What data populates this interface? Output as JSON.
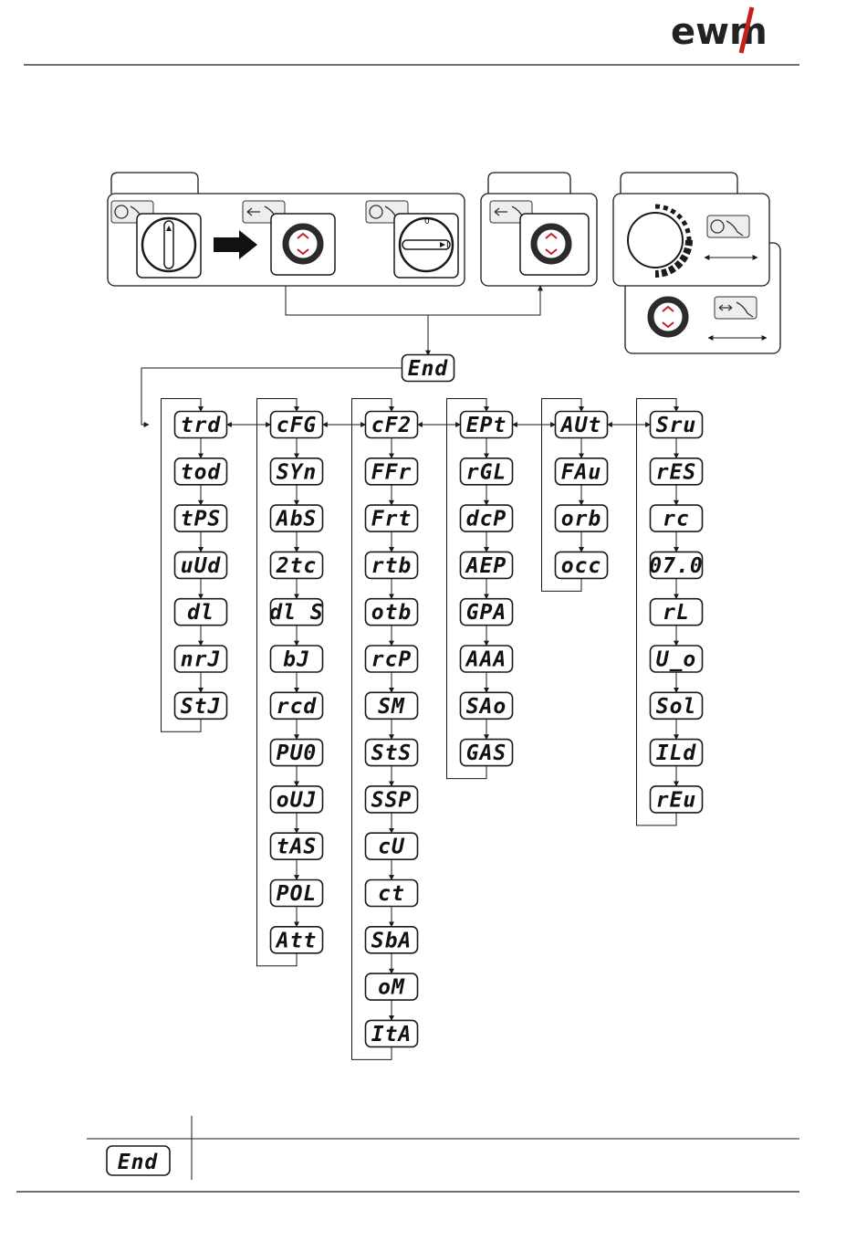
{
  "logo": {
    "text": "ewm",
    "accent_color": "#c81e1e"
  },
  "colors": {
    "line": "#1a1a1a",
    "knob_ring": "#2b2b2b",
    "arrow_red": "#c0202a"
  },
  "end_code": "End",
  "columns": [
    [
      "trd",
      "tod",
      "tPS",
      "uUd",
      "dl",
      "nrJ",
      "StJ"
    ],
    [
      "cFG",
      "SYn",
      "AbS",
      "2tc",
      "dl S",
      "bJ",
      "rcd",
      "PU0",
      "oUJ",
      "tAS",
      "POL",
      "Att"
    ],
    [
      "cF2",
      "FFr",
      "Frt",
      "rtb",
      "otb",
      "rcP",
      "SM",
      "StS",
      "SSP",
      "cU",
      "ct",
      "SbA",
      "oM",
      "ItA"
    ],
    [
      "EPt",
      "rGL",
      "dcP",
      "AEP",
      "GPA",
      "AAA",
      "SAo",
      "GAS"
    ],
    [
      "AUt",
      "FAu",
      "orb",
      "occ"
    ],
    [
      "Sru",
      "rES",
      "rc",
      "07.0",
      "rL",
      "U_o",
      "Sol",
      "ILd",
      "rEu"
    ]
  ],
  "switch_labels": {
    "off": "0",
    "on": "I"
  },
  "legend": {
    "code": "End"
  }
}
